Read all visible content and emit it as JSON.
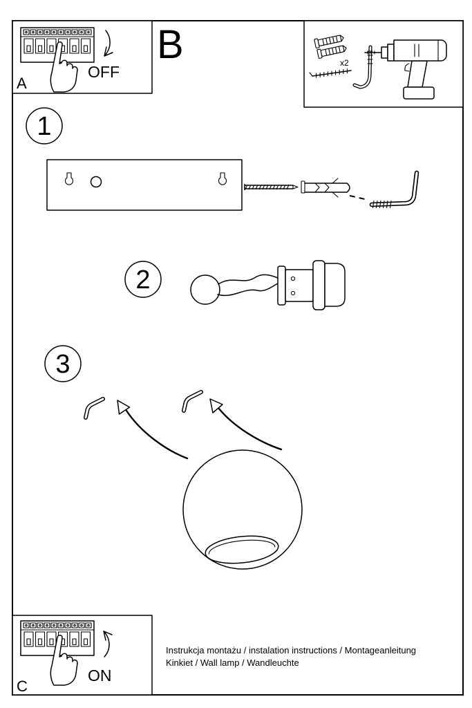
{
  "panel_a": {
    "label": "A",
    "state": "OFF"
  },
  "panel_b": {
    "label": "B"
  },
  "tools_box": {
    "anchor_qty": "x2"
  },
  "steps": {
    "s1": "1",
    "s2": "2",
    "s3": "3"
  },
  "panel_c": {
    "label": "C",
    "state": "ON"
  },
  "footer": {
    "line1": "Instrukcja montażu / instalation instructions / Montageanleitung",
    "line2": "Kinkiet / Wall lamp / Wandleuchte"
  },
  "colors": {
    "ink": "#000000",
    "paper": "#ffffff"
  }
}
